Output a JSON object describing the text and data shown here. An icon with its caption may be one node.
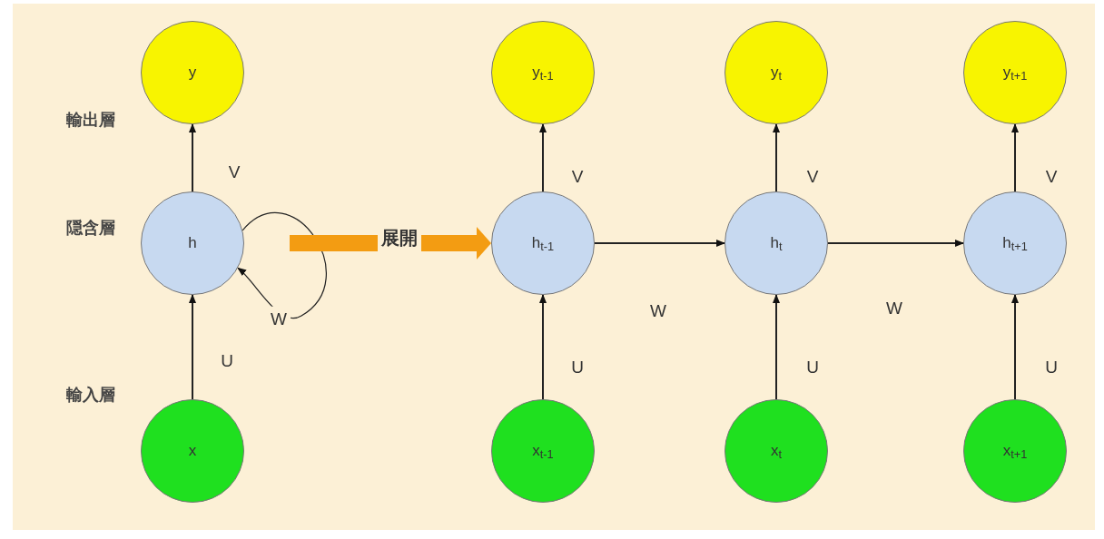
{
  "diagram": {
    "nodes": [
      {
        "text": [
          "y"
        ]
      },
      {
        "text": [
          "y$_{t-1}$"
        ]
      },
      {
        "text": [
          "y$_{t}$"
        ]
      },
      {
        "text": [
          "y$_{t+1}$"
        ]
      },
      {
        "text": [
          "h"
        ]
      },
      {
        "text": [
          "h$_{t-1}$"
        ]
      },
      {
        "text": [
          "h$_{t}$"
        ]
      },
      {
        "text": [
          "h$_{t+1}$"
        ]
      },
      {
        "text": [
          "x"
        ]
      },
      {
        "text": [
          "x$_{t-1}$"
        ]
      },
      {
        "text": [
          "x$_{t}$"
        ]
      },
      {
        "text": [
          "x$_{t+1}$"
        ]
      }
    ],
    "edges": [
      {
        "from": 8,
        "to": 4,
        "label": "U",
        "arrow": "to"
      },
      {
        "from": 4,
        "to": 0,
        "label": "V",
        "arrow": "to"
      },
      {
        "from": 4,
        "to": 4,
        "label": "W",
        "arrow": "to"
      },
      {
        "from": 4,
        "to": 5,
        "label": "展開",
        "arrow": "to",
        "style": "thick",
        "color": "#f39c12"
      },
      {
        "from": 9,
        "to": 5,
        "label": "U",
        "arrow": "to"
      },
      {
        "from": 5,
        "to": 1,
        "label": "V",
        "arrow": "to"
      },
      {
        "from": 10,
        "to": 6,
        "label": "U",
        "arrow": "to"
      },
      {
        "from": 6,
        "to": 2,
        "label": "V",
        "arrow": "to"
      },
      {
        "from": 11,
        "to": 7,
        "label": "U",
        "arrow": "to"
      },
      {
        "from": 7,
        "to": 3,
        "label": "V",
        "arrow": "to"
      },
      {
        "from": 5,
        "to": 6,
        "label": "W",
        "arrow": "to"
      },
      {
        "from": 6,
        "to": 7,
        "label": "W",
        "arrow": "to"
      }
    ],
    "labels": [
      "輸出層",
      "隠含層",
      "輸入層"
    ]
  }
}
